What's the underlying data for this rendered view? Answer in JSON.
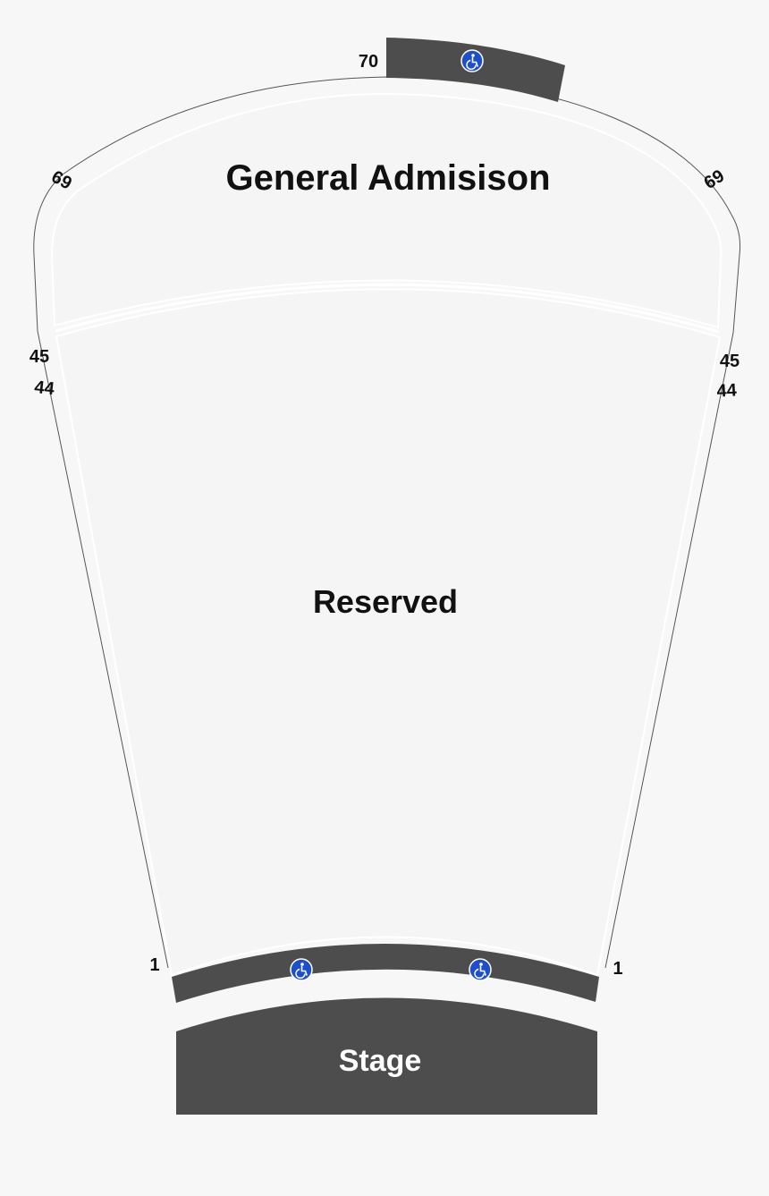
{
  "map": {
    "general_admission": {
      "label": "General Admisison"
    },
    "reserved": {
      "label": "Reserved"
    },
    "stage": {
      "label": "Stage"
    },
    "row_labels": {
      "top_center": "70",
      "upper_left": "69",
      "upper_right": "69",
      "mid_left_upper": "45",
      "mid_left_lower": "44",
      "mid_right_upper": "45",
      "mid_right_lower": "44",
      "front_left": "1",
      "front_right": "1"
    },
    "accessible_areas": [
      {
        "label": "wheelchair-accessible",
        "icon": "wheelchair-icon"
      },
      {
        "label": "wheelchair-accessible",
        "icon": "wheelchair-icon"
      },
      {
        "label": "wheelchair-accessible",
        "icon": "wheelchair-icon"
      }
    ]
  },
  "colors": {
    "background": "#f7f7f7",
    "section_fill": "#f5f5f5",
    "outline": "#555555",
    "dark_block": "#4d4d4d",
    "accessible_badge": "#1e4fc8",
    "text": "#111111",
    "stage_text": "#ffffff"
  }
}
